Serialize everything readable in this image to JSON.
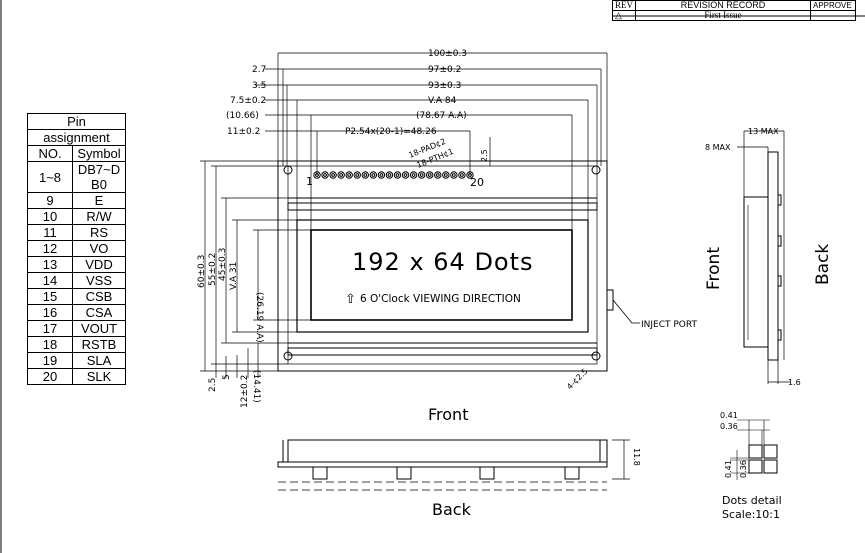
{
  "revision": {
    "header": [
      "REV",
      "REVISION RECORD",
      "APPROVE"
    ],
    "rows": [
      [
        "",
        "First Issue",
        ""
      ]
    ]
  },
  "pin_table": {
    "title_line1": "Pin",
    "title_line2": "assignment",
    "col_no": "NO.",
    "col_symbol": "Symbol",
    "rows": [
      [
        "1~8",
        "DB7~D B0"
      ],
      [
        "9",
        "E"
      ],
      [
        "10",
        "R/W"
      ],
      [
        "11",
        "RS"
      ],
      [
        "12",
        "VO"
      ],
      [
        "13",
        "VDD"
      ],
      [
        "14",
        "VSS"
      ],
      [
        "15",
        "CSB"
      ],
      [
        "16",
        "CSA"
      ],
      [
        "17",
        "VOUT"
      ],
      [
        "18",
        "RSTB"
      ],
      [
        "19",
        "SLA"
      ],
      [
        "20",
        "SLK"
      ]
    ]
  },
  "dimensions_top": {
    "d1": "100±0.3",
    "d2_left": "2.7",
    "d2": "97±0.2",
    "d3_left": "3.5",
    "d3": "93±0.3",
    "d4_left": "7.5±0.2",
    "d4": "V.A 84",
    "d5_left": "(10.66)",
    "d5": "(78.67 A.A)",
    "d6_left": "11±0.2",
    "d6": "P2.54x(20-1)=48.26"
  },
  "dimensions_left": {
    "l1": "60±0.3",
    "l2": "55±0.2",
    "l3": "45±0.3",
    "l4": "V.A 31",
    "l5": "(26.19 A.A)",
    "b1": "2.5",
    "b2": "5",
    "b3": "12±0.2",
    "b4": "(14.41)"
  },
  "front_view": {
    "display_text": "192 x 64 Dots",
    "viewing_text": "6 O'Clock VIEWING DIRECTION",
    "pad1": "18-PAD¢2",
    "pad2": "18-PTH¢1",
    "pin_first": "1",
    "pin_last": "20",
    "pin_offset": "2.5",
    "hole": "4-¢2.5",
    "inject_port": "INJECT PORT",
    "label": "Front"
  },
  "back_view": {
    "label": "Back",
    "height": "11.8"
  },
  "side_view": {
    "max13": "13 MAX",
    "max8": "8 MAX",
    "front_label": "Front",
    "back_label": "Back",
    "thickness": "1.6"
  },
  "dots_detail": {
    "d1": "0.41",
    "d2": "0.36",
    "v1": "0.36",
    "v2": "0.41",
    "title": "Dots detail",
    "scale": "Scale:10:1"
  }
}
